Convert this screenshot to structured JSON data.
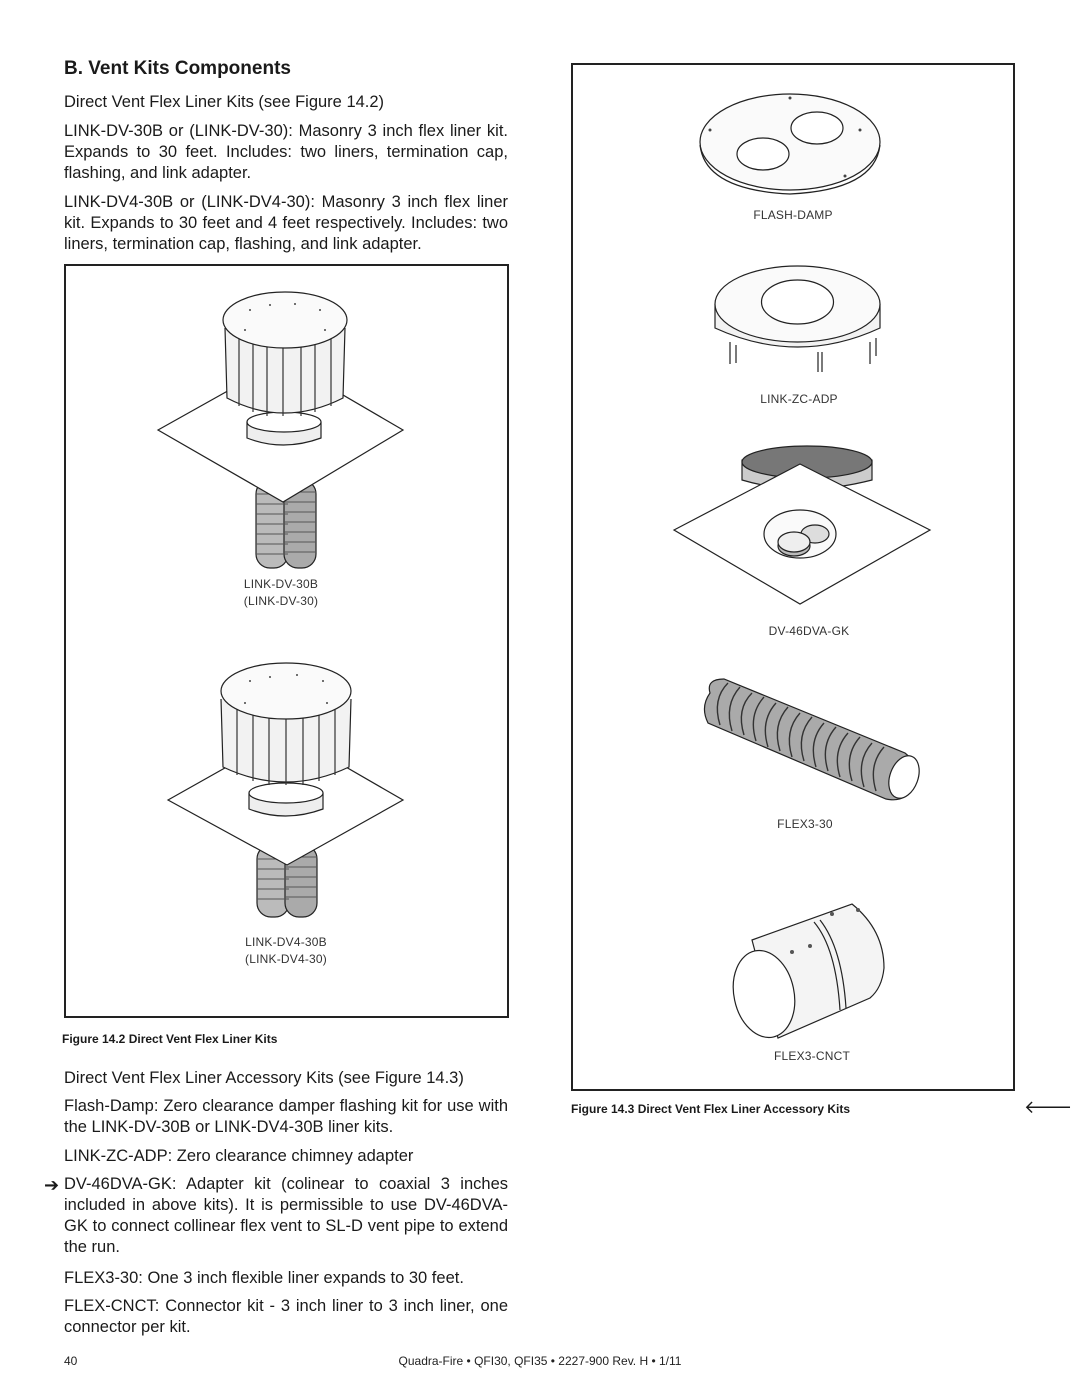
{
  "section": {
    "title": "B. Vent Kits Components"
  },
  "paragraphs": {
    "p1": "Direct Vent Flex Liner Kits (see Figure 14.2)",
    "p2": "LINK-DV-30B or (LINK-DV-30): Masonry 3 inch flex liner kit. Expands to 30 feet. Includes: two liners, termination cap, flashing, and link adapter.",
    "p3": "LINK-DV4-30B or (LINK-DV4-30): Masonry 3 inch flex liner kit. Expands to 30 feet and 4 feet respectively. Includes: two liners, termination cap, flashing, and link adapter.",
    "p4": "Direct Vent Flex Liner Accessory Kits (see Figure 14.3)",
    "p5": "Flash-Damp: Zero clearance damper flashing kit for use with the LINK-DV-30B or LINK-DV4-30B liner kits.",
    "p6": "LINK-ZC-ADP: Zero clearance chimney adapter",
    "p7": "DV-46DVA-GK: Adapter kit (colinear to coaxial 3 inches included in above kits). It is permissible to use DV-46DVA-GK  to connect collinear flex vent to SL-D vent pipe to extend the run.",
    "p8": "FLEX3-30: One 3 inch flexible liner expands to 30 feet.",
    "p9": "FLEX-CNCT: Connector kit - 3 inch liner to 3 inch liner, one connector per kit."
  },
  "figure_14_2": {
    "label1_line1": "LINK-DV-30B",
    "label1_line2": "(LINK-DV-30)",
    "label2_line1": "LINK-DV4-30B",
    "label2_line2": "(LINK-DV4-30)",
    "caption": "Figure 14.2  Direct Vent Flex Liner Kits"
  },
  "figure_14_3": {
    "label_flash_damp": "FLASH-DAMP",
    "label_zc_adp": "LINK-ZC-ADP",
    "label_gk": "DV-46DVA-GK",
    "label_flex": "FLEX3-30",
    "label_cnct": "FLEX3-CNCT",
    "caption": "Figure 14.3  Direct Vent Flex Liner Accessory Kits"
  },
  "markers": {
    "arrow_right": "➔",
    "arrow_left": "🡐"
  },
  "footer": {
    "page_number": "40",
    "doc_info": "Quadra-Fire  •  QFI30, QFI35  •  2227-900 Rev. H  •  1/11"
  }
}
